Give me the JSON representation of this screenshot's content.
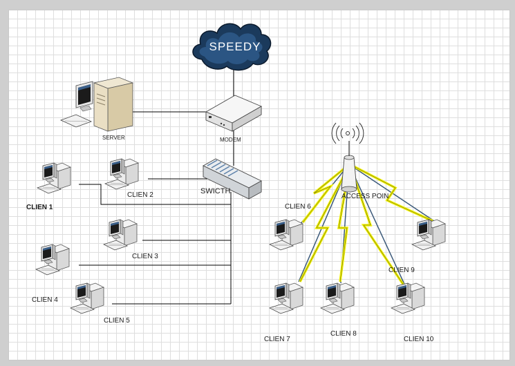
{
  "cloud": {
    "label": "SPEEDY"
  },
  "devices": {
    "server": "SERVER",
    "modem": "MODEM",
    "switch": "SWICTH",
    "access_point": "ACCESS POIN"
  },
  "clients": {
    "c1": "CLIEN 1",
    "c2": "CLIEN 2",
    "c3": "CLIEN 3",
    "c4": "CLIEN 4",
    "c5": "CLIEN 5",
    "c6": "CLIEN 6",
    "c7": "CLIEN 7",
    "c8": "CLIEN 8",
    "c9": "CLIEN 9",
    "c10": "CLIEN 10"
  },
  "colors": {
    "cloud": "#1b3a5c",
    "wireless": "#f2f205",
    "wire": "#000000",
    "link_beam": "#3c5a7a"
  }
}
